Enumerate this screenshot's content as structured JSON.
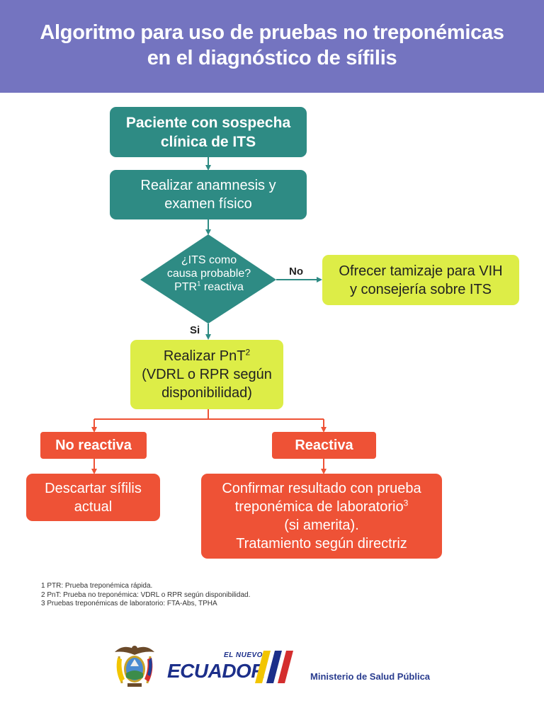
{
  "header": {
    "title_line1": "Algoritmo para uso de pruebas no treponémicas",
    "title_line2": "en el diagnóstico de sífilis"
  },
  "nodes": {
    "start": {
      "line1": "Paciente con sospecha",
      "line2": "clínica de ITS"
    },
    "anamnesis": {
      "line1": "Realizar anamnesis y",
      "line2": "examen físico"
    },
    "decision": {
      "line1": "¿ITS como",
      "line2": "causa probable?",
      "line3_text": "PTR",
      "line3_sup": "1",
      "line3_rest": " reactiva"
    },
    "no_branch": {
      "line1": "Ofrecer tamizaje para VIH",
      "line2": "y consejería sobre ITS"
    },
    "pnt": {
      "line1_text": "Realizar PnT",
      "line1_sup": "2",
      "line2": "(VDRL o RPR según",
      "line3": "disponibilidad)"
    },
    "no_reactiva": {
      "label": "No reactiva"
    },
    "reactiva": {
      "label": "Reactiva"
    },
    "descartar": {
      "line1": "Descartar sífilis",
      "line2": "actual"
    },
    "confirmar": {
      "line1": "Confirmar resultado con prueba",
      "line2_text": "treponémica de laboratorio",
      "line2_sup": "3",
      "line3": "(si amerita).",
      "line4": "Tratamiento según directriz"
    }
  },
  "edges": {
    "no": "No",
    "si": "Si"
  },
  "footnotes": [
    "1 PTR: Prueba treponémica rápida.",
    "2 PnT: Prueba no treponémica: VDRL o RPR según disponibilidad.",
    "3 Pruebas treponémicas de laboratorio: FTA-Abs, TPHA"
  ],
  "logos": {
    "brand_small": "EL NUEVO",
    "brand_main": "ECUADOR",
    "ministry": "Ministerio de Salud Pública"
  },
  "colors": {
    "header": "#7474c0",
    "teal": "#2e8b84",
    "lime": "#dded47",
    "red": "#ee5236"
  }
}
